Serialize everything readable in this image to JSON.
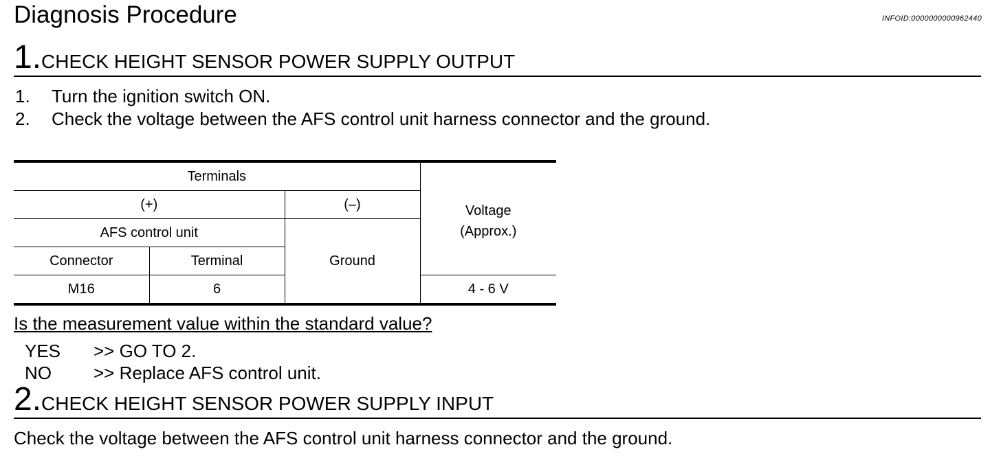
{
  "title": "Diagnosis Procedure",
  "info_id": "INFOID:0000000000962440",
  "step1": {
    "number": "1.",
    "heading": "CHECK HEIGHT SENSOR POWER SUPPLY OUTPUT",
    "instructions": [
      {
        "num": "1.",
        "text": "Turn the ignition switch ON."
      },
      {
        "num": "2.",
        "text": "Check the voltage between the AFS control unit harness connector and the ground."
      }
    ],
    "table": {
      "terminals_header": "Terminals",
      "plus_header": "(+)",
      "minus_header": "(–)",
      "voltage_header_line1": "Voltage",
      "voltage_header_line2": "(Approx.)",
      "afs_header": "AFS control unit",
      "connector_header": "Connector",
      "terminal_header": "Terminal",
      "ground_label": "Ground",
      "rows": [
        {
          "connector": "M16",
          "terminal": "6",
          "voltage": "4 - 6 V"
        }
      ]
    },
    "question": "Is the measurement value within the standard value?",
    "answers": [
      {
        "key": "YES",
        "text": ">> GO TO 2."
      },
      {
        "key": "NO",
        "text": ">> Replace AFS control unit."
      }
    ]
  },
  "step2": {
    "number": "2.",
    "heading": "CHECK HEIGHT SENSOR POWER SUPPLY INPUT",
    "text": "Check the voltage between the AFS control unit harness connector and the ground."
  }
}
